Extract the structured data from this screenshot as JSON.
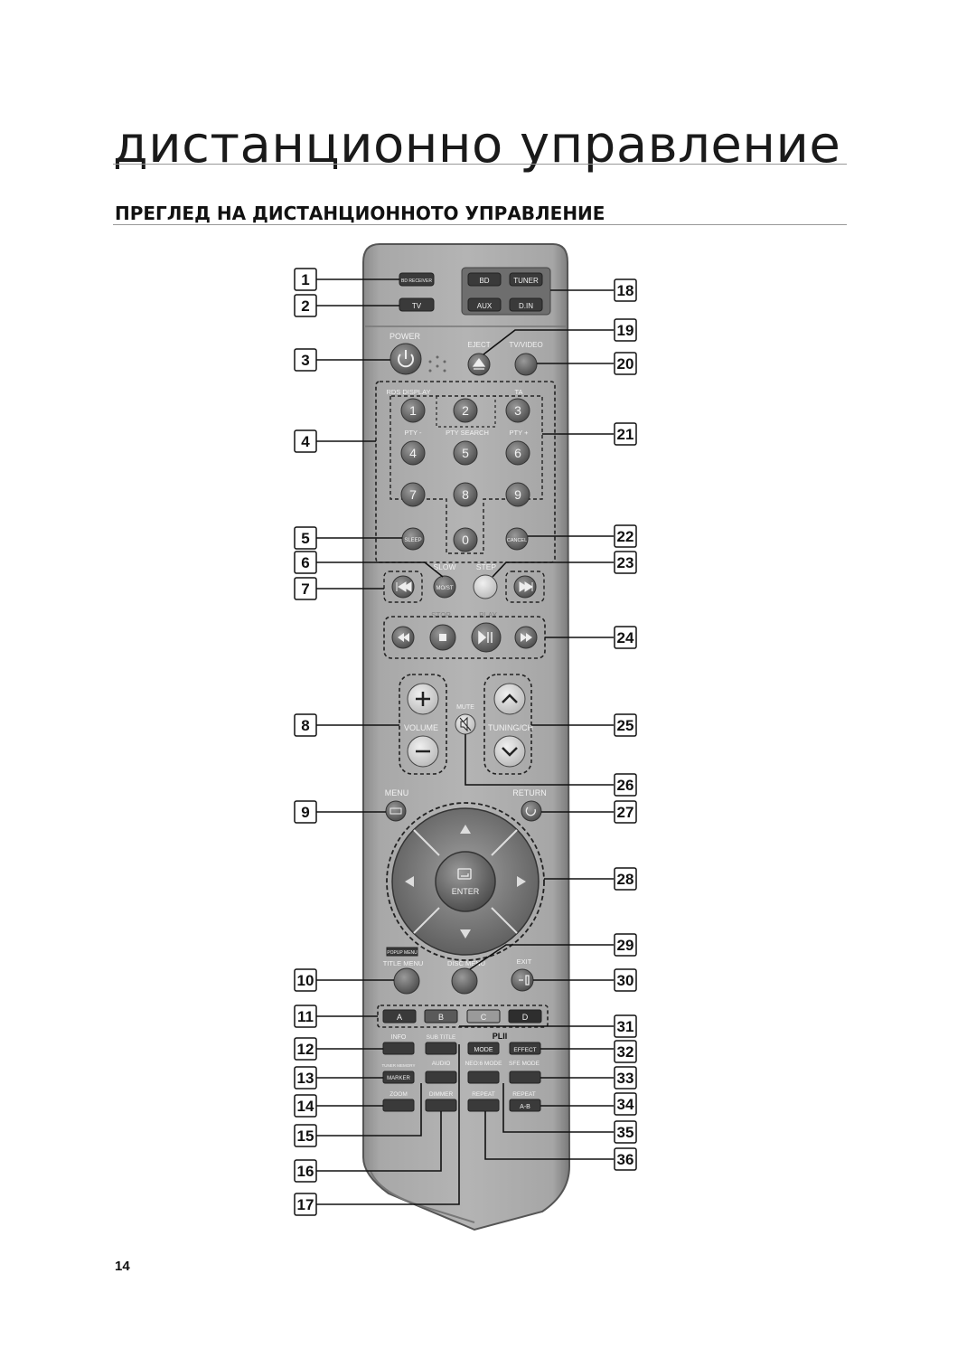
{
  "page": {
    "title": "дистанционно управление",
    "subtitle": "ПРЕГЛЕД НА ДИСТАНЦИОННОТО УПРАВЛЕНИЕ",
    "page_number": "14"
  },
  "remote": {
    "buttons": {
      "bd_receiver": "BD RECEIVER",
      "bd": "BD",
      "tuner": "TUNER",
      "tv": "TV",
      "aux": "AUX",
      "din": "D.IN",
      "power": "POWER",
      "eject": "EJECT",
      "tv_video": "TV/VIDEO",
      "rds_display": "RDS DISPLAY",
      "ta": "TA",
      "pty_minus": "PTY -",
      "pty_search": "PTY SEARCH",
      "pty_plus": "PTY +",
      "digits": [
        "1",
        "2",
        "3",
        "4",
        "5",
        "6",
        "7",
        "8",
        "9",
        "0"
      ],
      "sleep": "SLEEP",
      "cancel": "CANCEL",
      "slow": "SLOW",
      "step": "STEP",
      "mo_st": "MO/ST",
      "stop": "STOP",
      "play": "PLAY",
      "mute": "MUTE",
      "volume": "VOLUME",
      "tuning_ch": "TUNING/CH",
      "menu": "MENU",
      "return": "RETURN",
      "enter": "ENTER",
      "popup_menu": "POPUP MENU",
      "title_menu": "TITLE MENU",
      "disc_menu": "DISC MENU",
      "exit": "EXIT",
      "a": "A",
      "b": "B",
      "c": "C",
      "d": "D",
      "info": "INFO",
      "sub_title": "SUB TITLE",
      "pl2": "PLII",
      "mode": "MODE",
      "effect": "EFFECT",
      "tuner_memory": "TUNER MEMORY",
      "marker": "MARKER",
      "audio": "AUDIO",
      "neo6_mode": "NEO:6 MODE",
      "sfe_mode": "SFE MODE",
      "zoom": "ZOOM",
      "dimmer": "DIMMER",
      "repeat": "REPEAT",
      "repeat_ab": "REPEAT",
      "ab": "A-B"
    },
    "callouts_left": [
      "1",
      "2",
      "3",
      "4",
      "5",
      "6",
      "7",
      "8",
      "9",
      "10",
      "11",
      "12",
      "13",
      "14",
      "15",
      "16",
      "17"
    ],
    "callouts_right": [
      "18",
      "19",
      "20",
      "21",
      "22",
      "23",
      "24",
      "25",
      "26",
      "27",
      "28",
      "29",
      "30",
      "31",
      "32",
      "33",
      "34",
      "35",
      "36"
    ]
  }
}
